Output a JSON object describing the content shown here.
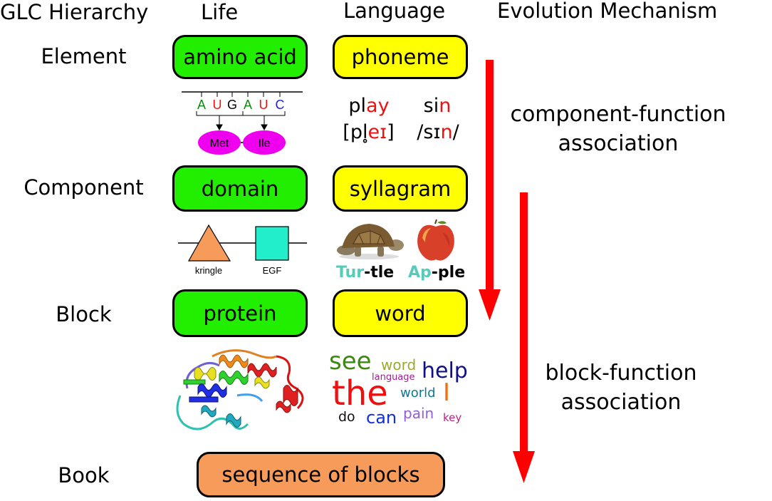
{
  "headers": {
    "hierarchy": "GLC Hierarchy",
    "life": "Life",
    "language": "Language",
    "mechanism": "Evolution Mechanism"
  },
  "levels": {
    "element": "Element",
    "component": "Component",
    "block": "Block",
    "book": "Book"
  },
  "boxes": {
    "amino_acid": "amino acid",
    "phoneme": "phoneme",
    "domain": "domain",
    "syllagram": "syllagram",
    "protein": "protein",
    "word": "word",
    "sequence": "sequence of blocks"
  },
  "codon": {
    "bases": [
      "A",
      "U",
      "G",
      "A",
      "U",
      "C"
    ],
    "amino_acids": [
      "Met",
      "Ile"
    ]
  },
  "phonetics": {
    "play_pre": "pl",
    "play_hl": "ay",
    "play_ipa_pre": "[pl̥",
    "play_ipa_hl": "eɪ",
    "play_ipa_post": "]",
    "sin_pre": "si",
    "sin_hl": "n",
    "sin_ipa_pre": "/sɪ",
    "sin_ipa_hl": "n",
    "sin_ipa_post": "/"
  },
  "domains": {
    "kringle": "kringle",
    "egf": "EGF"
  },
  "syllables": {
    "turtle_a": "Tur",
    "turtle_b": "-tle",
    "apple_a": "Ap",
    "apple_b": "-ple"
  },
  "wordcloud": {
    "see": "see",
    "word": "word",
    "language": "language",
    "help": "help",
    "the": "the",
    "world": "world",
    "i": "I",
    "do": "do",
    "can": "can",
    "pain": "pain",
    "key": "key"
  },
  "mechanisms": {
    "component_1": "component-function",
    "component_2": "association",
    "block_1": "block-function",
    "block_2": "association"
  },
  "colors": {
    "life_box": "#22ee00",
    "language_box": "#ffff00",
    "book_box": "#f79b5a",
    "arrow": "#ff0000",
    "highlight": "#ee1111",
    "syllable_teal": "#55ccbb",
    "amino_magenta": "#ee00ee"
  }
}
